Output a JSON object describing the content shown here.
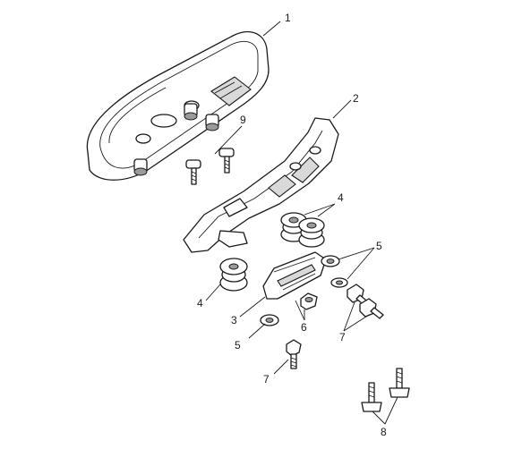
{
  "callouts": {
    "c1": "1",
    "c2": "2",
    "c3": "3",
    "c4a": "4",
    "c4b": "4",
    "c5a": "5",
    "c5b": "5",
    "c6": "6",
    "c7a": "7",
    "c7b": "7",
    "c8": "8",
    "c9": "9"
  }
}
